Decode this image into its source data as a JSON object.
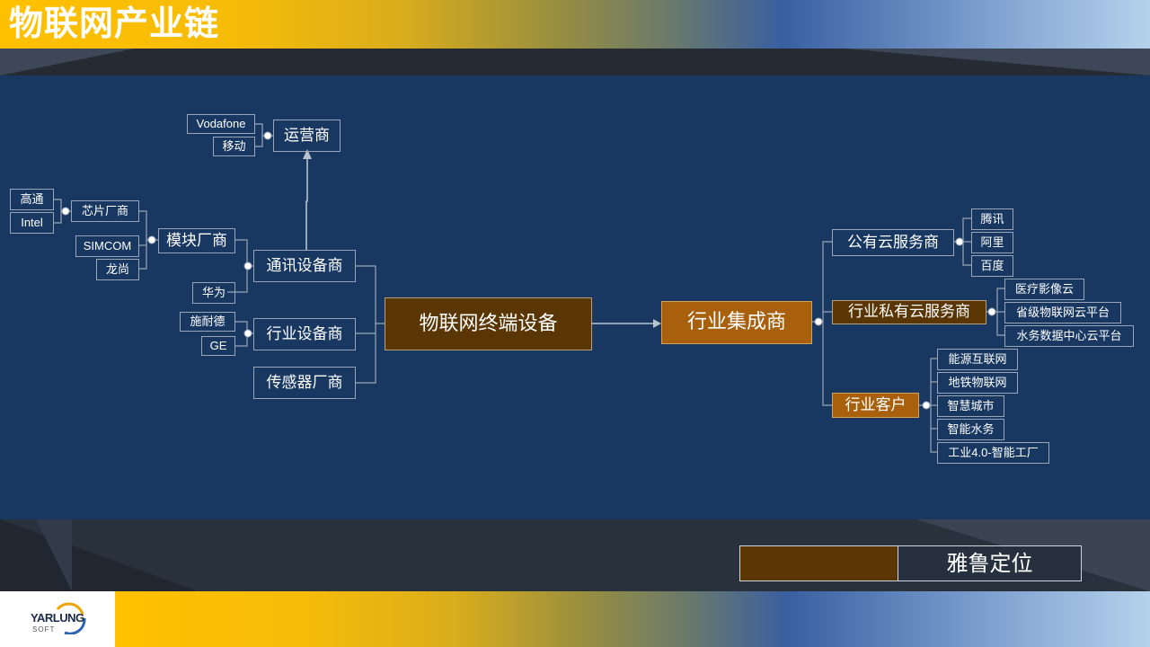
{
  "title": "物联网产业链",
  "center": "物联网终端设备",
  "integrator": "行业集成商",
  "telecom": {
    "label": "通讯设备商"
  },
  "carrier": {
    "label": "运营商",
    "children": [
      "Vodafone",
      "移动"
    ]
  },
  "module": {
    "label": "模块厂商"
  },
  "chip": {
    "label": "芯片厂商",
    "children": [
      "高通",
      "Intel"
    ]
  },
  "module_vendors": [
    "SIMCOM",
    "龙尚"
  ],
  "telecom_vendor": "华为",
  "industry_device": {
    "label": "行业设备商",
    "children": [
      "施耐德",
      "GE"
    ]
  },
  "sensor": {
    "label": "传感器厂商"
  },
  "public_cloud": {
    "label": "公有云服务商",
    "children": [
      "腾讯",
      "阿里",
      "百度"
    ]
  },
  "private_cloud": {
    "label": "行业私有云服务商",
    "children": [
      "医疗影像云",
      "省级物联网云平台",
      "水务数据中心云平台"
    ]
  },
  "customers": {
    "label": "行业客户",
    "children": [
      "能源互联网",
      "地铁物联网",
      "智慧城市",
      "智能水务",
      "工业4.0-智能工厂"
    ]
  },
  "legend": {
    "label": "雅鲁定位"
  },
  "logo": {
    "name": "YARLUNG",
    "sub": "SOFT"
  }
}
